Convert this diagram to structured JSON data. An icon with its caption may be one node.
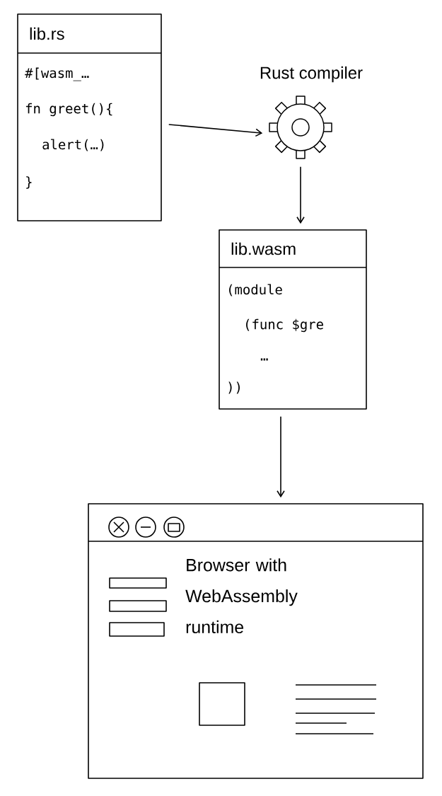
{
  "diagram": {
    "nodes": [
      {
        "text": [
          "lib.rs",
          "#[wasm_…",
          "fn greet(){",
          "alert(…)",
          "}"
        ]
      },
      {
        "text": [
          "Rust compiler"
        ]
      },
      {
        "text": [
          "lib.wasm",
          "(module",
          "(func $gre",
          "…",
          "))"
        ]
      },
      {
        "text": [
          "Browser with WebAssembly runtime"
        ]
      }
    ],
    "edges": [
      {
        "from": 0,
        "to": 1,
        "arrow": "to"
      },
      {
        "from": 1,
        "to": 2,
        "arrow": "to"
      },
      {
        "from": 2,
        "to": 3,
        "arrow": "to"
      }
    ]
  }
}
